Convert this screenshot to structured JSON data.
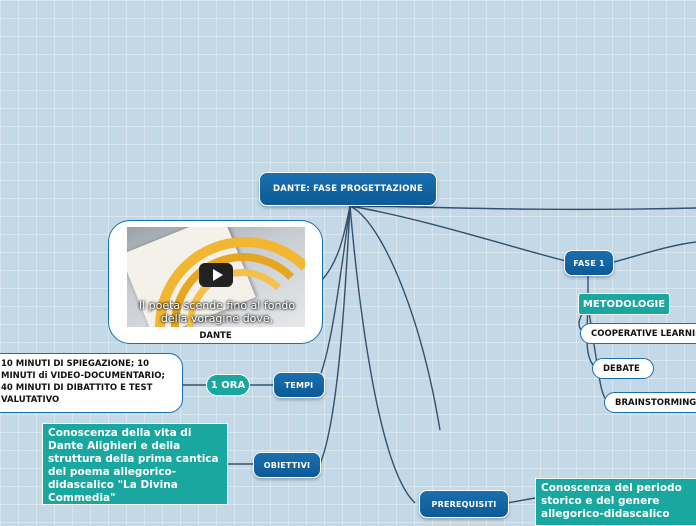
{
  "root": {
    "label": "DANTE: FASE PROGETTAZIONE"
  },
  "media": {
    "caption": "Il poeta scende fino al fondo della voragine dove,",
    "label": "DANTE",
    "icon": "play-icon"
  },
  "tempi": {
    "label": "TEMPI",
    "duration": "1 ORA",
    "detail": "10 MINUTI DI SPIEGAZIONE; 10 MINUTI di VIDEO-DOCUMENTARIO; 40 MINUTI DI DIBATTITO E TEST VALUTATIVO"
  },
  "obiettivi": {
    "label": "OBIETTIVI",
    "detail": "Conoscenza della vita di Dante Alighieri e della struttura della prima cantica del poema allegorico-didascalico \"La Divina Commedia\""
  },
  "prerequisiti": {
    "label": "PREREQUISITI",
    "detail": "Conoscenza del periodo storico e del genere allegorico-didascalico"
  },
  "fase1": {
    "label": "FASE 1",
    "metodologie": "METODOLOGIE",
    "items": [
      "COOPERATIVE LEARNING",
      "DEBATE",
      "BRAINSTORMING"
    ]
  },
  "colors": {
    "blue": "#1a6fb0",
    "teal": "#1aa7a0",
    "link": "#2f4f6f"
  }
}
